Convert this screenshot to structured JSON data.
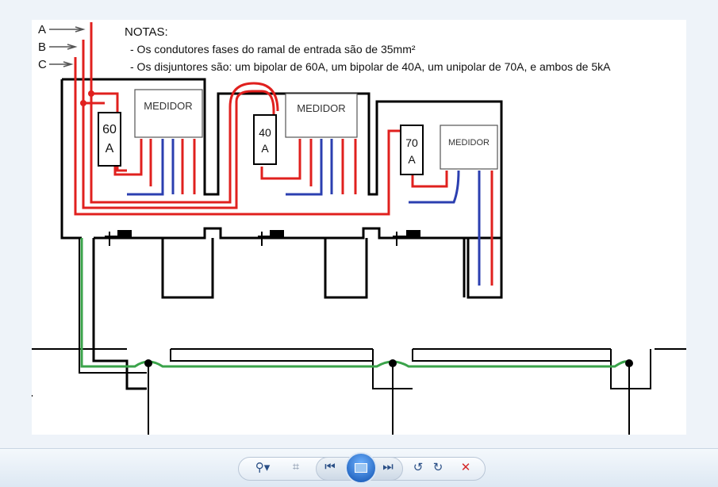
{
  "diagram": {
    "phases": [
      "A",
      "B",
      "C"
    ],
    "notes_title": "NOTAS:",
    "notes": [
      "- Os condutores fases do ramal de entrada são de 35mm²",
      "- Os disjuntores são: um bipolar de 60A, um bipolar de 40A, um unipolar de 70A, e ambos de 5kA"
    ],
    "meter_label": "MEDIDOR",
    "breakers": [
      {
        "value": "60",
        "unit": "A"
      },
      {
        "value": "40",
        "unit": "A"
      },
      {
        "value": "70",
        "unit": "A"
      }
    ],
    "colors": {
      "phase": "#e0201e",
      "neutral": "#2b3fb0",
      "ground": "#3aa34a",
      "structure": "#000000"
    }
  },
  "toolbar": {
    "zoom": "zoom-icon",
    "fit": "actual-size-icon",
    "prev": "previous-icon",
    "slideshow": "slideshow-icon",
    "next": "next-icon",
    "rotate_left": "rotate-ccw-icon",
    "rotate_right": "rotate-cw-icon",
    "delete": "delete-icon"
  }
}
